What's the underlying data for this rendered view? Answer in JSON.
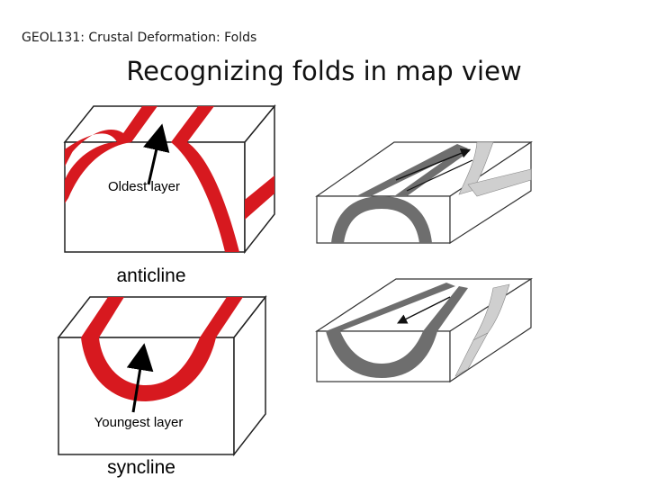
{
  "slide": {
    "header": "GEOL131: Crustal Deformation: Folds",
    "title": "Recognizing folds in map view"
  },
  "anticline": {
    "label": "anticline",
    "annotation": "Oldest layer"
  },
  "syncline": {
    "label": "syncline",
    "annotation": "Youngest layer"
  },
  "colors": {
    "layer_red": "#d7191f",
    "layer_dark_gray": "#6e6e6e",
    "layer_light_gray": "#cfcfcf",
    "outline": "#222222"
  }
}
